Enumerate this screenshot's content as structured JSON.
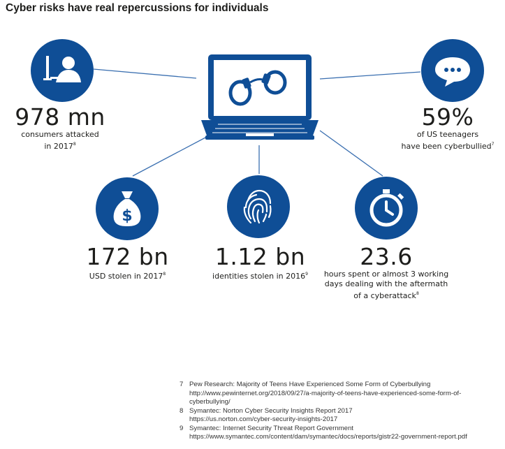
{
  "title": "Cyber risks have real repercussions for individuals",
  "colors": {
    "accent": "#0f4e96",
    "line": "#3a6fb0",
    "text": "#1d1d1b"
  },
  "stats": {
    "consumers": {
      "value": "978 mn",
      "line1": "consumers attacked",
      "line2": "in 2017",
      "note": "8",
      "icon": "person-at-computer-icon"
    },
    "teens": {
      "value": "59%",
      "line1": "of US teenagers",
      "line2": "have been cyberbullied",
      "note": "7",
      "icon": "speech-bubble-icon"
    },
    "usd": {
      "value": "172 bn",
      "line1": "USD stolen in 2017",
      "note": "8",
      "icon": "money-bag-icon"
    },
    "identities": {
      "value": "1.12 bn",
      "line1": "identities stolen in 2016",
      "note": "9",
      "icon": "fingerprint-icon"
    },
    "hours": {
      "value": "23.6",
      "line1": "hours spent or almost 3 working",
      "line2": "days dealing with the aftermath",
      "line3": "of a cyberattack",
      "note": "8",
      "icon": "stopwatch-icon"
    },
    "center_icon": "laptop-handcuffs-icon"
  },
  "footnotes": [
    {
      "num": "7",
      "line1": "Pew Research: Majority of Teens Have Experienced Some Form of Cyberbullying",
      "line2": "http://www.pewinternet.org/2018/09/27/a-majority-of-teens-have-experienced-some-form-of-",
      "line3": "cyberbullying/"
    },
    {
      "num": "8",
      "line1": "Symantec: Norton Cyber Security Insights Report 2017",
      "line2": "https://us.norton.com/cyber-security-insights-2017"
    },
    {
      "num": "9",
      "line1": "Symantec: Internet Security Threat Report Government",
      "line2": "https://www.symantec.com/content/dam/symantec/docs/reports/gistr22-government-report.pdf"
    }
  ]
}
